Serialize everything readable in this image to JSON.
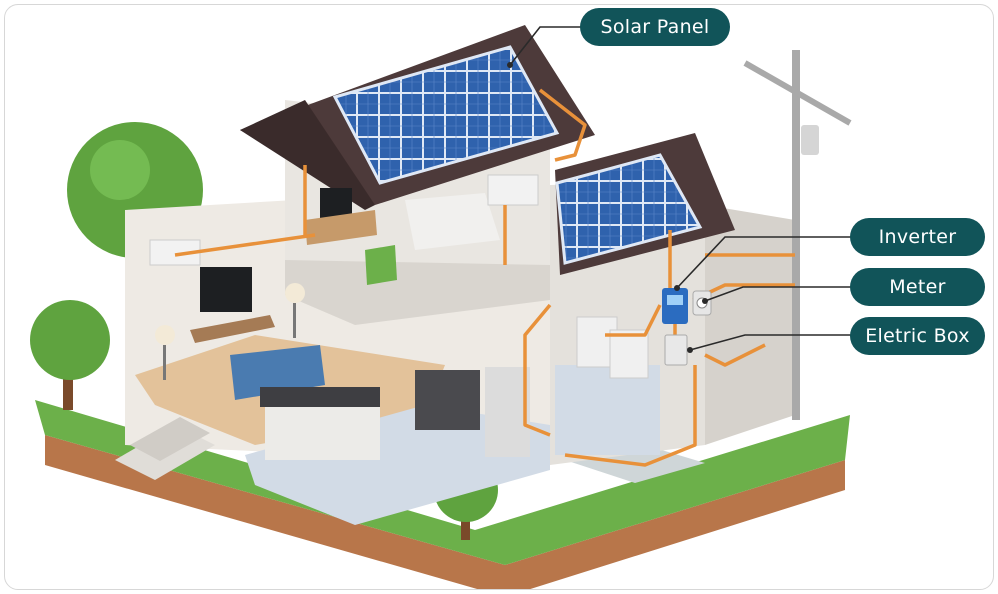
{
  "labels": {
    "solar_panel": "Solar Panel",
    "inverter": "Inverter",
    "meter": "Meter",
    "electric_box": "Eletric Box"
  },
  "colors": {
    "callout_bg": "#115459",
    "callout_text": "#ffffff",
    "wire": "#e8913a",
    "panel": "#2e5fa8",
    "roof": "#4d3a3a",
    "grass": "#6cb04a",
    "soil": "#c07a4c"
  }
}
